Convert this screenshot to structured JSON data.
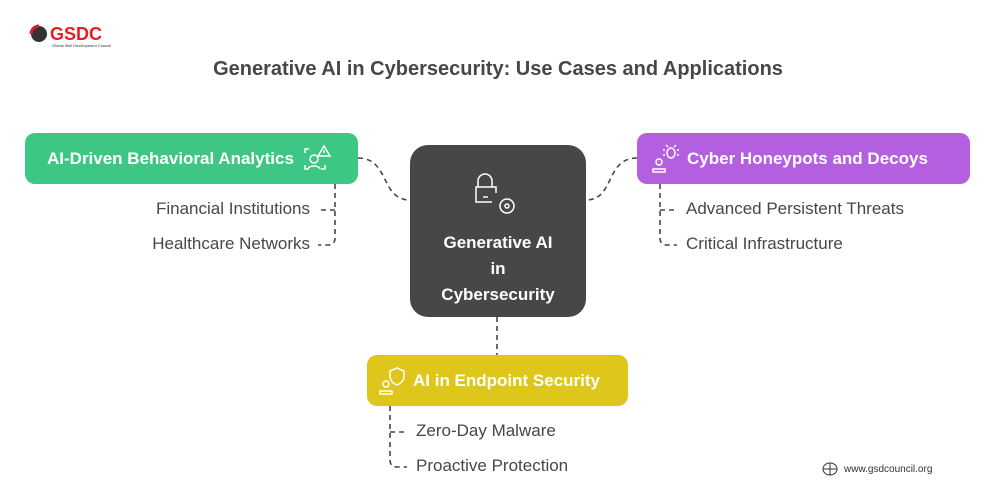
{
  "logo": {
    "text": "GSDC",
    "tagline": "Global Skill Development Council"
  },
  "title": "Generative AI in Cybersecurity: Use Cases and Applications",
  "center": {
    "line1": "Generative AI",
    "line2": "in",
    "line3": "Cybersecurity",
    "icon": "lock-gear-icon"
  },
  "branches": [
    {
      "label": "AI-Driven Behavioral Analytics",
      "color": "#3ec784",
      "icon": "face-scan-alert-icon",
      "items": [
        "Financial Institutions",
        "Healthcare Networks"
      ]
    },
    {
      "label": "Cyber Honeypots and Decoys",
      "color": "#b45fe0",
      "icon": "user-bug-icon",
      "items": [
        "Advanced Persistent Threats",
        "Critical Infrastructure"
      ]
    },
    {
      "label": "AI in Endpoint Security",
      "color": "#dfc61a",
      "icon": "user-shield-icon",
      "items": [
        "Zero-Day Malware",
        "Proactive Protection"
      ]
    }
  ],
  "footer": {
    "url": "www.gsdcouncil.org",
    "icon": "globe-icon"
  },
  "colors": {
    "center": "#474747",
    "text": "#474747",
    "brand": "#e31e24"
  }
}
